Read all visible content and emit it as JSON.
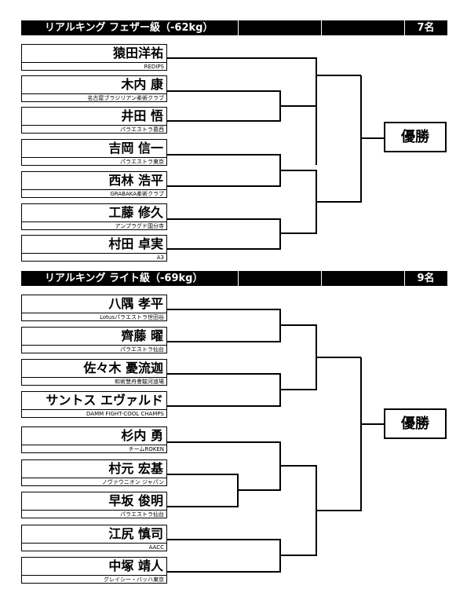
{
  "brackets": [
    {
      "title": "リアルキング フェザー級（-62kg）",
      "count": "7名",
      "champion": "優勝",
      "fighters": [
        {
          "name": "猿田洋祐",
          "team": "REDIPS"
        },
        {
          "name": "木内 康",
          "team": "名古屋ブラジリアン柔術クラブ"
        },
        {
          "name": "井田 悟",
          "team": "パラエストラ葛西"
        },
        {
          "name": "吉岡 信一",
          "team": "パラエストラ東京"
        },
        {
          "name": "西林 浩平",
          "team": "GRABAKA柔術クラブ"
        },
        {
          "name": "工藤 修久",
          "team": "アンプラグド国分寺"
        },
        {
          "name": "村田 卓実",
          "team": "A3"
        }
      ]
    },
    {
      "title": "リアルキング ライト級（-69kg）",
      "count": "9名",
      "champion": "優勝",
      "fighters": [
        {
          "name": "八隅 孝平",
          "team": "Lotusパラエストラ世田谷"
        },
        {
          "name": "齊藤 曜",
          "team": "パラエストラ仙台"
        },
        {
          "name": "佐々木 憂流迦",
          "team": "和術慧舟會駿河道場"
        },
        {
          "name": "サントス エヴァルド",
          "team": "DAMM FIGHT-COOL CHAMPS"
        },
        {
          "name": "杉内 勇",
          "team": "チームROKEN"
        },
        {
          "name": "村元 宏基",
          "team": "ノヴァウニオン ジャパン"
        },
        {
          "name": "早坂 俊明",
          "team": "パラエストラ仙台"
        },
        {
          "name": "江尻 慎司",
          "team": "AACC"
        },
        {
          "name": "中塚 靖人",
          "team": "グレイシー・バッハ東京"
        }
      ]
    }
  ]
}
